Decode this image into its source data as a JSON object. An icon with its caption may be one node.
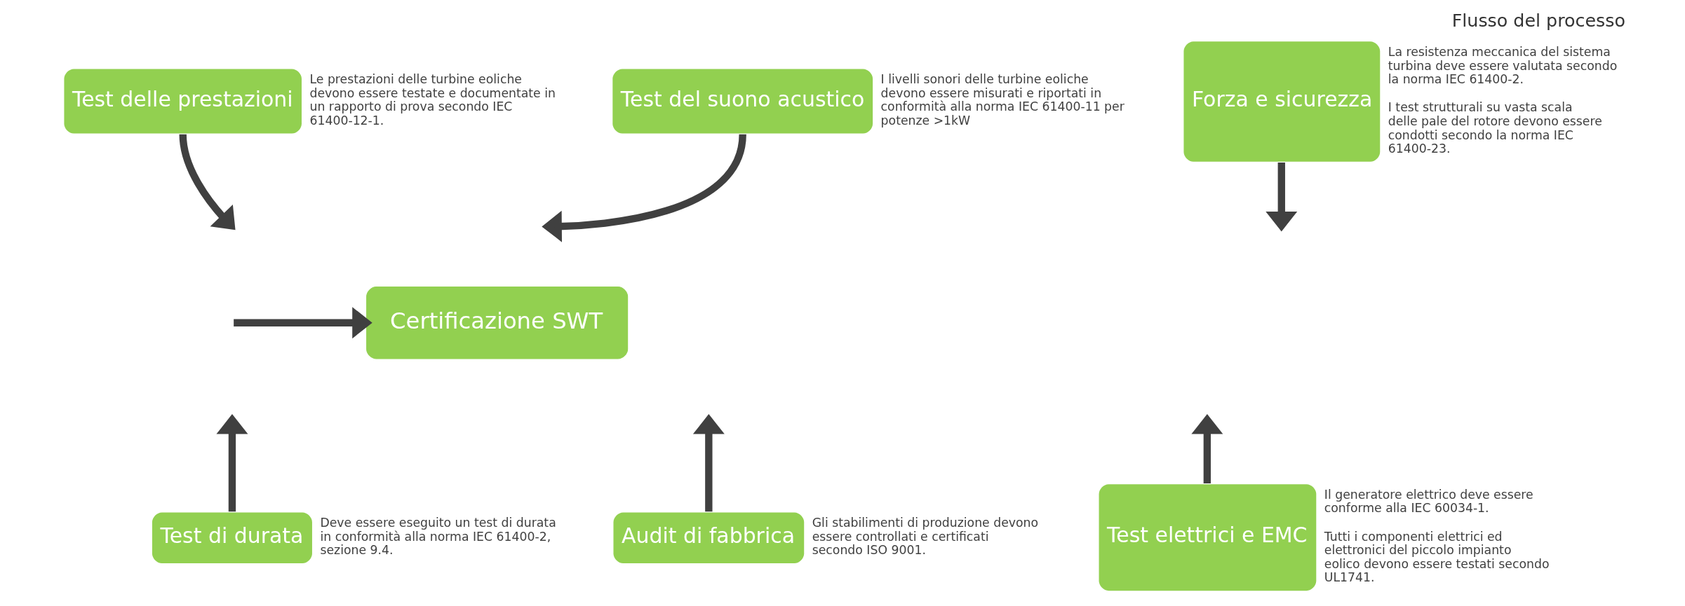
{
  "diagram": {
    "title": "Flusso del processo",
    "nodes": [
      {
        "text": [
          "Test delle prestazioni"
        ],
        "beside": [
          "Le prestazioni delle turbine eoliche devono essere testate e documentate in un rapporto di prova secondo IEC 61400-12-1."
        ]
      },
      {
        "text": [
          "Forza e sicurezza"
        ],
        "beside": [
          "La resistenza meccanica del sistema turbina deve essere valutata secondo la norma IEC 61400-2.",
          "I test strutturali su vasta scala delle pale del rotore devono essere condotti secondo la norma IEC 61400-23."
        ]
      },
      {
        "text": [
          "Test del suono acustico"
        ],
        "beside": [
          "I livelli sonori delle turbine eoliche devono essere misurati e riportati in conformità alla norma IEC 61400-11 per potenze >1kW"
        ]
      },
      {
        "text": [
          "Test di durata"
        ],
        "beside": [
          "Deve essere eseguito un test di durata in conformità alla norma IEC 61400-2, sezione 9.4."
        ]
      },
      {
        "text": [
          "Audit di fabbrica"
        ],
        "beside": [
          "Gli stabilimenti di produzione devono essere controllati e certificati secondo ISO 9001."
        ]
      },
      {
        "text": [
          "Test elettrici e EMC"
        ],
        "beside": [
          "Il generatore elettrico deve essere conforme alla IEC 60034-1.",
          "Tutti i componenti elettrici ed elettronici del piccolo impianto eolico devono essere testati secondo UL1741."
        ]
      },
      {
        "text": [
          "Certificazione SWT"
        ]
      }
    ],
    "edges": [
      {
        "from": 0,
        "to": null,
        "arrow": "to"
      },
      {
        "from": 1,
        "to": null,
        "arrow": "to"
      },
      {
        "from": 2,
        "to": null,
        "arrow": "to"
      },
      {
        "from": 3,
        "to": null,
        "arrow": "to"
      },
      {
        "from": 4,
        "to": null,
        "arrow": "to"
      },
      {
        "from": 5,
        "to": null,
        "arrow": "to"
      },
      {
        "from": null,
        "to": 6,
        "arrow": "to"
      }
    ]
  }
}
